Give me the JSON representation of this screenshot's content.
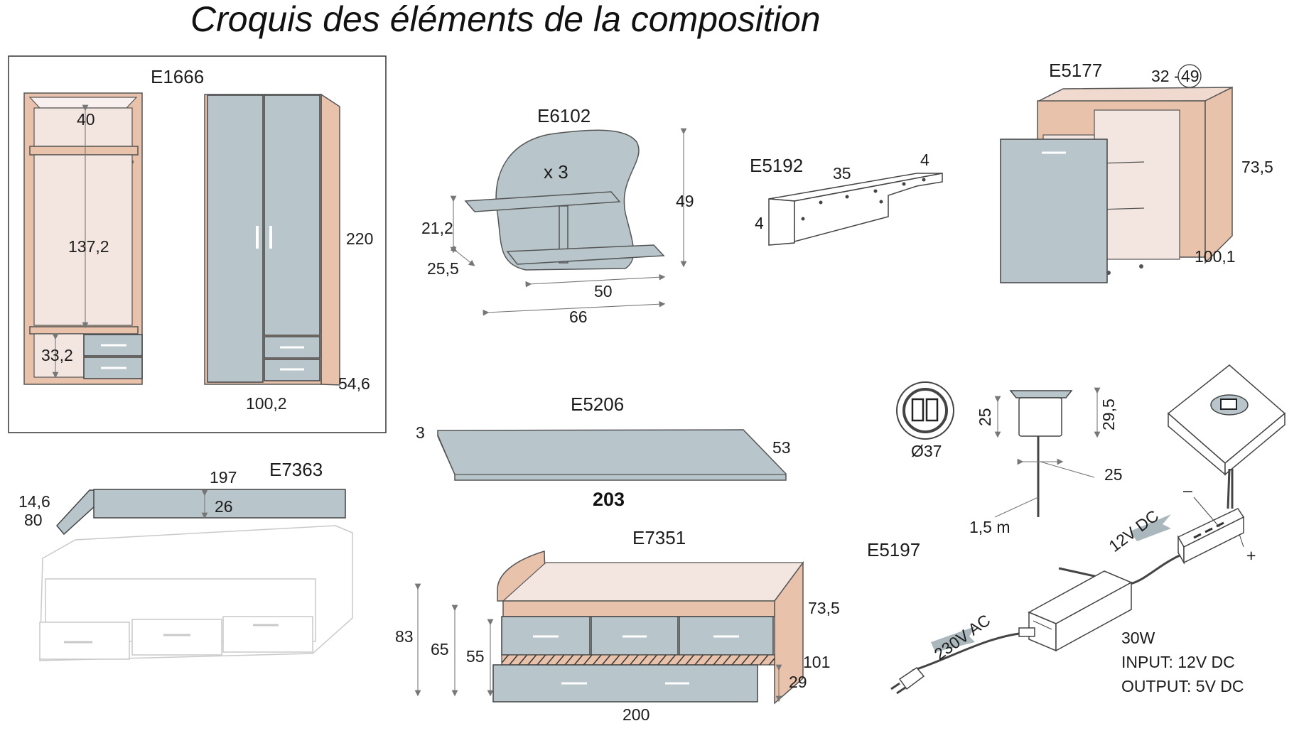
{
  "title": "Croquis des éléments de la composition",
  "items": {
    "e1666": {
      "code": "E1666",
      "d1": "40",
      "d2": "137,2",
      "d3": "33,2",
      "height": "220",
      "width": "100,2",
      "depth": "54,6"
    },
    "e6102": {
      "code": "E6102",
      "qty": "x 3",
      "d1": "21,2",
      "d2": "25,5",
      "height": "49",
      "d3": "50",
      "width": "66"
    },
    "e5192": {
      "code": "E5192",
      "length": "35",
      "d1": "4",
      "d2": "4"
    },
    "e5177": {
      "code": "E5177",
      "d1": "32 -",
      "d1b": "49",
      "height": "73,5",
      "width": "100,1"
    },
    "e5206": {
      "code": "E5206",
      "thickness": "3",
      "depth": "53",
      "length": "203"
    },
    "e7363": {
      "code": "E7363",
      "d1": "14,6",
      "d2": "80",
      "length": "197",
      "height": "26"
    },
    "e7351": {
      "code": "E7351",
      "h1": "83",
      "h2": "65",
      "h3": "55",
      "h4": "73,5",
      "depth": "101",
      "drawer": "29",
      "length": "200"
    },
    "e5197": {
      "code": "E5197",
      "diameter": "Ø37",
      "h1": "25",
      "h2": "29,5",
      "w": "25",
      "cable": "1,5 m",
      "minus": "–",
      "plus": "+",
      "dc_label": "12V DC",
      "ac_label": "230V AC",
      "power": "30W",
      "input": "INPUT: 12V DC",
      "output": "OUTPUT: 5V DC"
    }
  },
  "colors": {
    "wood": "#e9c2ac",
    "door": "#b8c6cb",
    "interior": "#f3e6e1",
    "ghost": "#c9c9c9"
  }
}
